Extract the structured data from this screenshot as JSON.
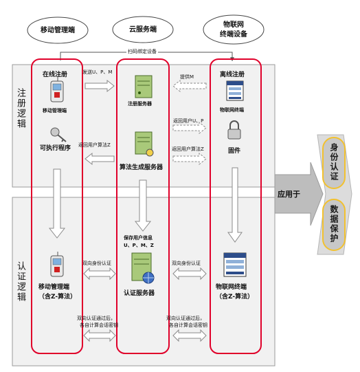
{
  "columns": {
    "mobile": "移动管理端",
    "cloud": "云服务端",
    "iot": [
      "物联网",
      "终端设备"
    ]
  },
  "sections": {
    "register": "注册逻辑",
    "auth": "认证逻辑"
  },
  "top_arrow_label": "扫码绑定设备",
  "register": {
    "online": "在线注册",
    "mobile_terminal": "移动管理端",
    "executable": "可执行程序",
    "reg_server": "注册服务器",
    "algo_server": "算法生成服务器",
    "offline": "离线注册",
    "iot_terminal": "物联网终端",
    "firmware": "固件",
    "send_upm": "发送U、P、M",
    "provide_m": "提供M",
    "return_up": "返回用户U、P",
    "return_z_left": "返回用户算法Z",
    "return_z_right": "返回用户算法Z"
  },
  "auth": {
    "save_info": [
      "保存用户信息",
      "U、P、M、Z"
    ],
    "mobile_end": [
      "移动管理端",
      "（含Z-算法）"
    ],
    "auth_server": "认证服务器",
    "iot_end": [
      "物联网终端",
      "（含Z-算法）"
    ],
    "mutual_left": "双向身份认证",
    "mutual_right": "双向身份认证",
    "after_left": [
      "双向认证通过后，",
      "各自计算会话密钥"
    ],
    "after_right": [
      "双向认证通过后，",
      "各自计算会话密钥"
    ]
  },
  "apply_to": "应用于",
  "outcomes": [
    "身份认证",
    "数据保护"
  ],
  "colors": {
    "column_border": "#e0002a",
    "section_fill": "#f1f1f1",
    "pill_fill": "#c8c8c8",
    "pill_border": "#f2c12e",
    "arrow": "#9a9a9a"
  }
}
